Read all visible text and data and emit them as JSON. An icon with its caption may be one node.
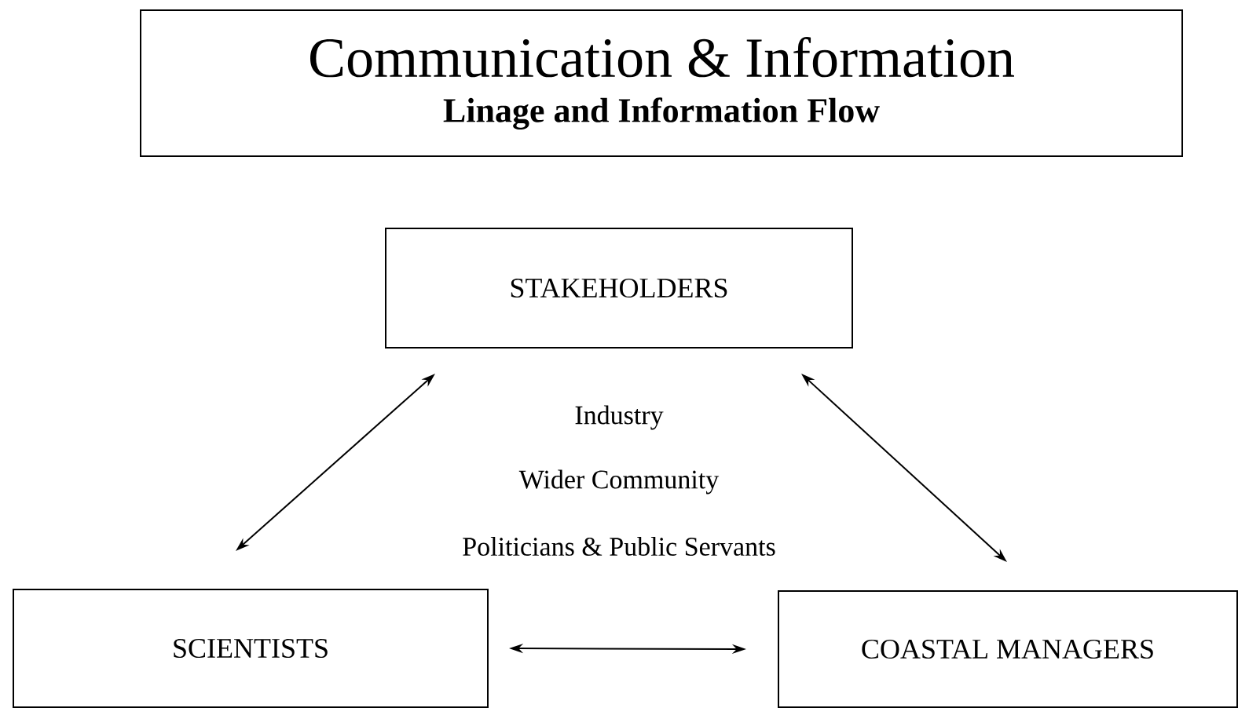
{
  "diagram": {
    "nodes": [
      {
        "text": [
          "Communication & Information",
          "Linage and Information Flow"
        ]
      },
      {
        "text": [
          "STAKEHOLDERS"
        ]
      },
      {
        "text": [
          "SCIENTISTS"
        ]
      },
      {
        "text": [
          "COASTAL MANAGERS"
        ]
      }
    ],
    "edges": [
      {
        "from": 1,
        "to": 2,
        "arrow": "both"
      },
      {
        "from": 1,
        "to": 3,
        "arrow": "both"
      },
      {
        "from": 2,
        "to": 3,
        "arrow": "both"
      }
    ],
    "labels": [
      "Industry",
      "Wider Community",
      "Politicians & Public Servants"
    ]
  }
}
